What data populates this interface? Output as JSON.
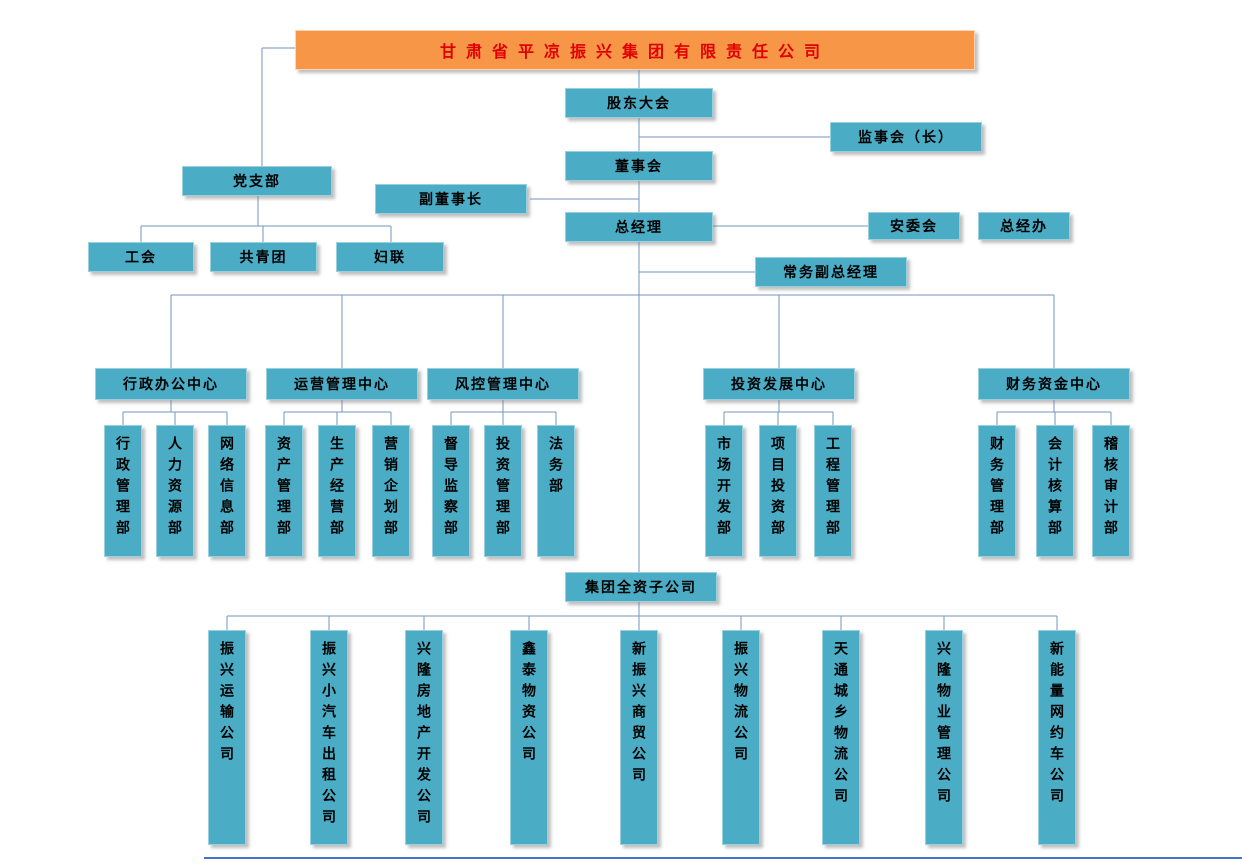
{
  "chart": {
    "title": "甘肃省平凉振兴集团有限责任公司",
    "governance": {
      "shareholders": "股东大会",
      "supervisory_board": "监事会（长）",
      "board": "董事会",
      "party_branch": "党支部",
      "vice_chairman": "副董事长",
      "general_manager": "总经理",
      "safety_committee": "安委会",
      "gm_office": "总经办",
      "labor_union": "工会",
      "youth_league": "共青团",
      "women_federation": "妇联",
      "exec_deputy_gm": "常务副总经理",
      "subsidiaries_header": "集团全资子公司"
    },
    "centers": [
      {
        "label": "行政办公中心",
        "departments": [
          "行政管理部",
          "人力资源部",
          "网络信息部"
        ]
      },
      {
        "label": "运营管理中心",
        "departments": [
          "资产管理部",
          "生产经营部",
          "营销企划部"
        ]
      },
      {
        "label": "风控管理中心",
        "departments": [
          "督导监察部",
          "投资管理部",
          "法务部"
        ]
      },
      {
        "label": "投资发展中心",
        "departments": [
          "市场开发部",
          "项目投资部",
          "工程管理部"
        ]
      },
      {
        "label": "财务资金中心",
        "departments": [
          "财务管理部",
          "会计核算部",
          "稽核审计部"
        ]
      }
    ],
    "subsidiaries": [
      "振兴运输公司",
      "振兴小汽车出租公司",
      "兴隆房地产开发公司",
      "鑫泰物资公司",
      "新振兴商贸公司",
      "振兴物流公司",
      "天通城乡物流公司",
      "兴隆物业管理公司",
      "新能量网约车公司"
    ],
    "colors": {
      "accent_orange": "#F79646",
      "accent_teal": "#4BACC6",
      "title_text": "#E00000",
      "connector": "#7396BD",
      "bottom_rule": "#4472C4"
    }
  }
}
